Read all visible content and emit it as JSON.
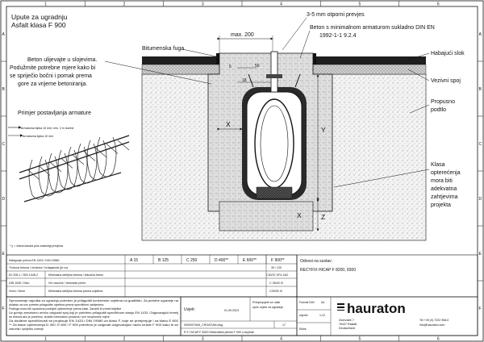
{
  "drawing": {
    "title_line1": "Upute za ugradnju",
    "title_line2": "Asfalt klasa F 900",
    "frame_cols": [
      "1",
      "2",
      "3",
      "4",
      "5",
      "6"
    ],
    "frame_rows": [
      "A",
      "B",
      "C",
      "D",
      "E",
      "F"
    ]
  },
  "labels": {
    "bitumen_joint": "Bitumenska fuga",
    "max_200": "max. 200",
    "prevjes": "3-5 mm otporni prevjes",
    "beton_std_1": "Beton s minimalnom armaturom sukladno DIN EN",
    "beton_std_2": "1992-1-1 9.2.4",
    "habajuci": "Habajući slok",
    "vezivni": "Vezivni spoj",
    "propusno_1": "Propusno",
    "propusno_2": "podtlo",
    "klasa_1": "Klasa",
    "klasa_2": "opterećenja",
    "klasa_3": "mora biti",
    "klasa_4": "adekvatna",
    "klasa_5": "zahtjevima",
    "klasa_6": "projekta",
    "beton_note_1": "Beton ulijevajte u slojevima.",
    "beton_note_2": "Podužmite potrebne mjere kako bi",
    "beton_note_3": "se spriječio bočni i pomak prema",
    "beton_note_4": "gore za vrijeme betoniranja.",
    "rebar_title": "Primjer postavljanja armature",
    "rebar_1": "Armaturna šipka 10 mm; min. 3 m dužine",
    "rebar_2": "Armaturna šipka 10 mm",
    "dim_5": "5",
    "dim_50": "50",
    "dim_18": "18",
    "dim_x": "X",
    "dim_y": "Y",
    "dim_z": "Z",
    "footnote": "* y = visina kanala plus zasložigi prevjesa"
  },
  "table": {
    "row1_label": "Kategorije prema EN 1433 / DIN 19580",
    "row2_label": "Tvrdoća betona / čvrstoća / izvlaganost (je uv)",
    "row3_label": "En 206-1 / DIN 1045-2",
    "row3_value": "Minimalna debljina betona / tekućina beton",
    "row4_label": "DIN 1045 / Nivo",
    "row4_value": "Vrh osovine / betonske plohe",
    "row5_label": "Hmm / Hmm",
    "row5_value": "Minimalna debljina betona prema uvjetima",
    "classes": [
      "A 15",
      "B 125",
      "C 250",
      "D 400**",
      "E 600**",
      "F 900**"
    ],
    "f_row2": "30 / 120",
    "f_row3": "C30/37-XF4-XA2",
    "f_row4": "C 35/45 XI",
    "f_row5": "C25/30 XI"
  },
  "notes": {
    "line1": "Sprovodenje naputka za ugradnju potrebno je prilagoditi konkretnim uvjetima na gradilištu. Za potrebe ugradnje na",
    "line2": "dolasku za sve potrebe prilagodbe uvjetima prema specifičnim zahtjevima.",
    "line3": "Podloga mora biti sposobna podnijeti opterećenje prema klasi. Zavariti ili izvesti bilješke",
    "line4": "Uz gornju armaturnu mrežu osigurati spoj koji je potrebno prilagoditi specifičnom stanju EN 1433. Odgovarajući temelj",
    "line5": "do betona ako je potrebno, izrađen betonskim pločama i sve neophodne mjere",
    "line6": "Za dodatne specifičnosti se propisuje EN 1433 i DIN 19580 za klasu F, koje se primjenjuje i za klasu E 600",
    "line7": "** Za klase opterećenja D 400, E 600 i F 900 potrebno je osigurati odgovarajući način izrade F 900 kako bi se",
    "line8": "zatvorila i spriječilo curenje"
  },
  "titleblock": {
    "uvjet_label": "Uvjeti:",
    "date": "01.09.2023",
    "prim_1": "Primjenjujete se naše",
    "prim_2": "opće uvjete za ugradnju",
    "doc_number": "000000T0#5_CROATIAN.dwg",
    "page": "17",
    "footer_title": "R.F. HICAP F 8300 Elektrolitski plinski F 900 u Asphalt",
    "object_label": "Odnosi na sustav:",
    "product": "RECYFIX HICAP F 8200, 8300",
    "format_label": "Format DIN",
    "format_value": "A4",
    "scale_label": "mjerilo",
    "scale_value": "1:12",
    "unit_label": "Ekkis",
    "unit_value": "Ekkis",
    "company": "hauraton",
    "addr_1": "Zwerzabe 7",
    "addr_2": "76437 Rastatt",
    "addr_3": "Deutschland",
    "tel": "Tel +49 (0) 7222 958-0",
    "web": "info@hauraton.com"
  },
  "colors": {
    "asphalt_dark": "#1f1f1f",
    "binder_gray": "#9a9a9a",
    "concrete": "#dcdcdc",
    "subsoil": "#f2f2f2",
    "line": "#111111"
  }
}
